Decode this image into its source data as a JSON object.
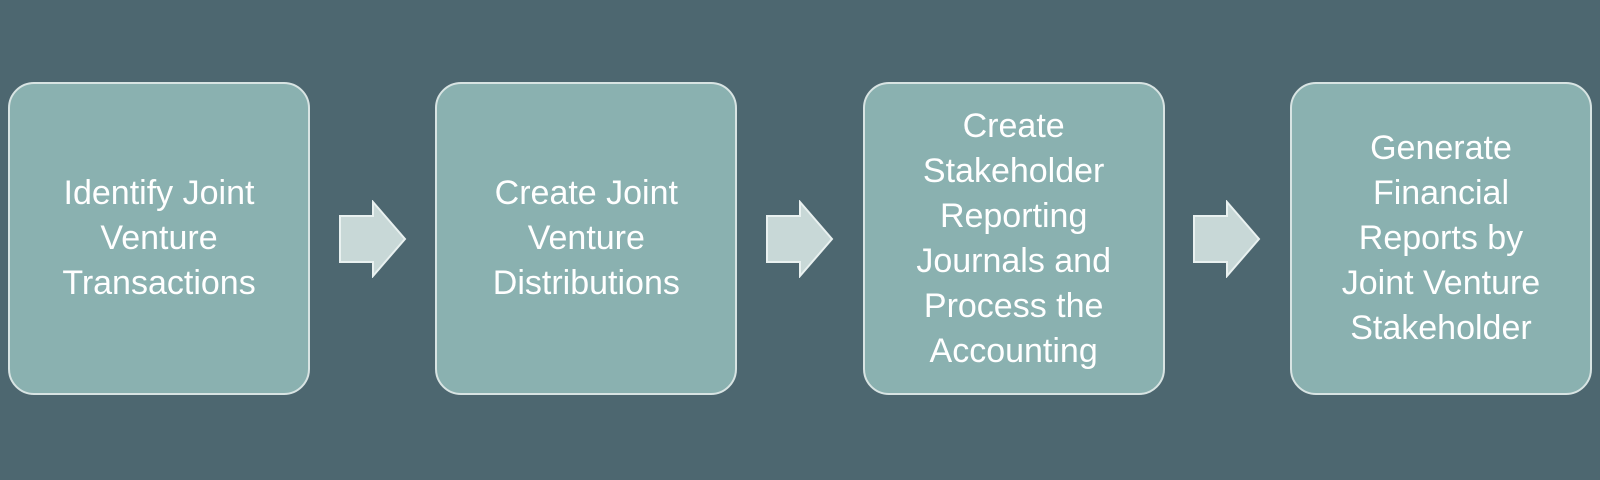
{
  "colors": {
    "background": "#4d6770",
    "box_fill": "#8ab1b0",
    "box_border": "#d8e4e3",
    "arrow_fill": "#c8d8d7",
    "arrow_border": "#e9f1f0",
    "text_color": "#ffffff"
  },
  "diagram": {
    "type": "process-flow",
    "direction": "left-to-right",
    "connector_icon": "right-block-arrow",
    "steps": [
      {
        "label": "Identify Joint\nVenture\nTransactions"
      },
      {
        "label": "Create Joint\nVenture\nDistributions"
      },
      {
        "label": "Create\nStakeholder\nReporting\nJournals and\nProcess the\nAccounting"
      },
      {
        "label": "Generate\nFinancial\nReports by\nJoint Venture\nStakeholder"
      }
    ]
  }
}
